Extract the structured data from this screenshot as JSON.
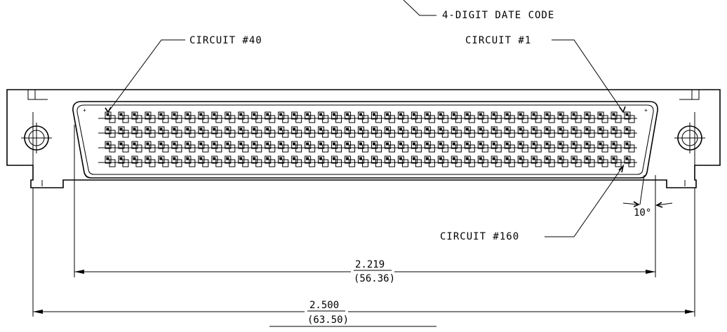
{
  "labels": {
    "date_code": "4-DIGIT DATE CODE",
    "circuit_40": "CIRCUIT  #40",
    "circuit_1": "CIRCUIT  #1",
    "circuit_160": "CIRCUIT  #160"
  },
  "dimensions": {
    "inner_width_in": "2.219",
    "inner_width_mm": "(56.36)",
    "overall_width_in": "2.500",
    "overall_width_mm": "(63.50)",
    "angle": "10°"
  },
  "connector": {
    "rows": 4,
    "columns": 40,
    "total_circuits": 160
  }
}
